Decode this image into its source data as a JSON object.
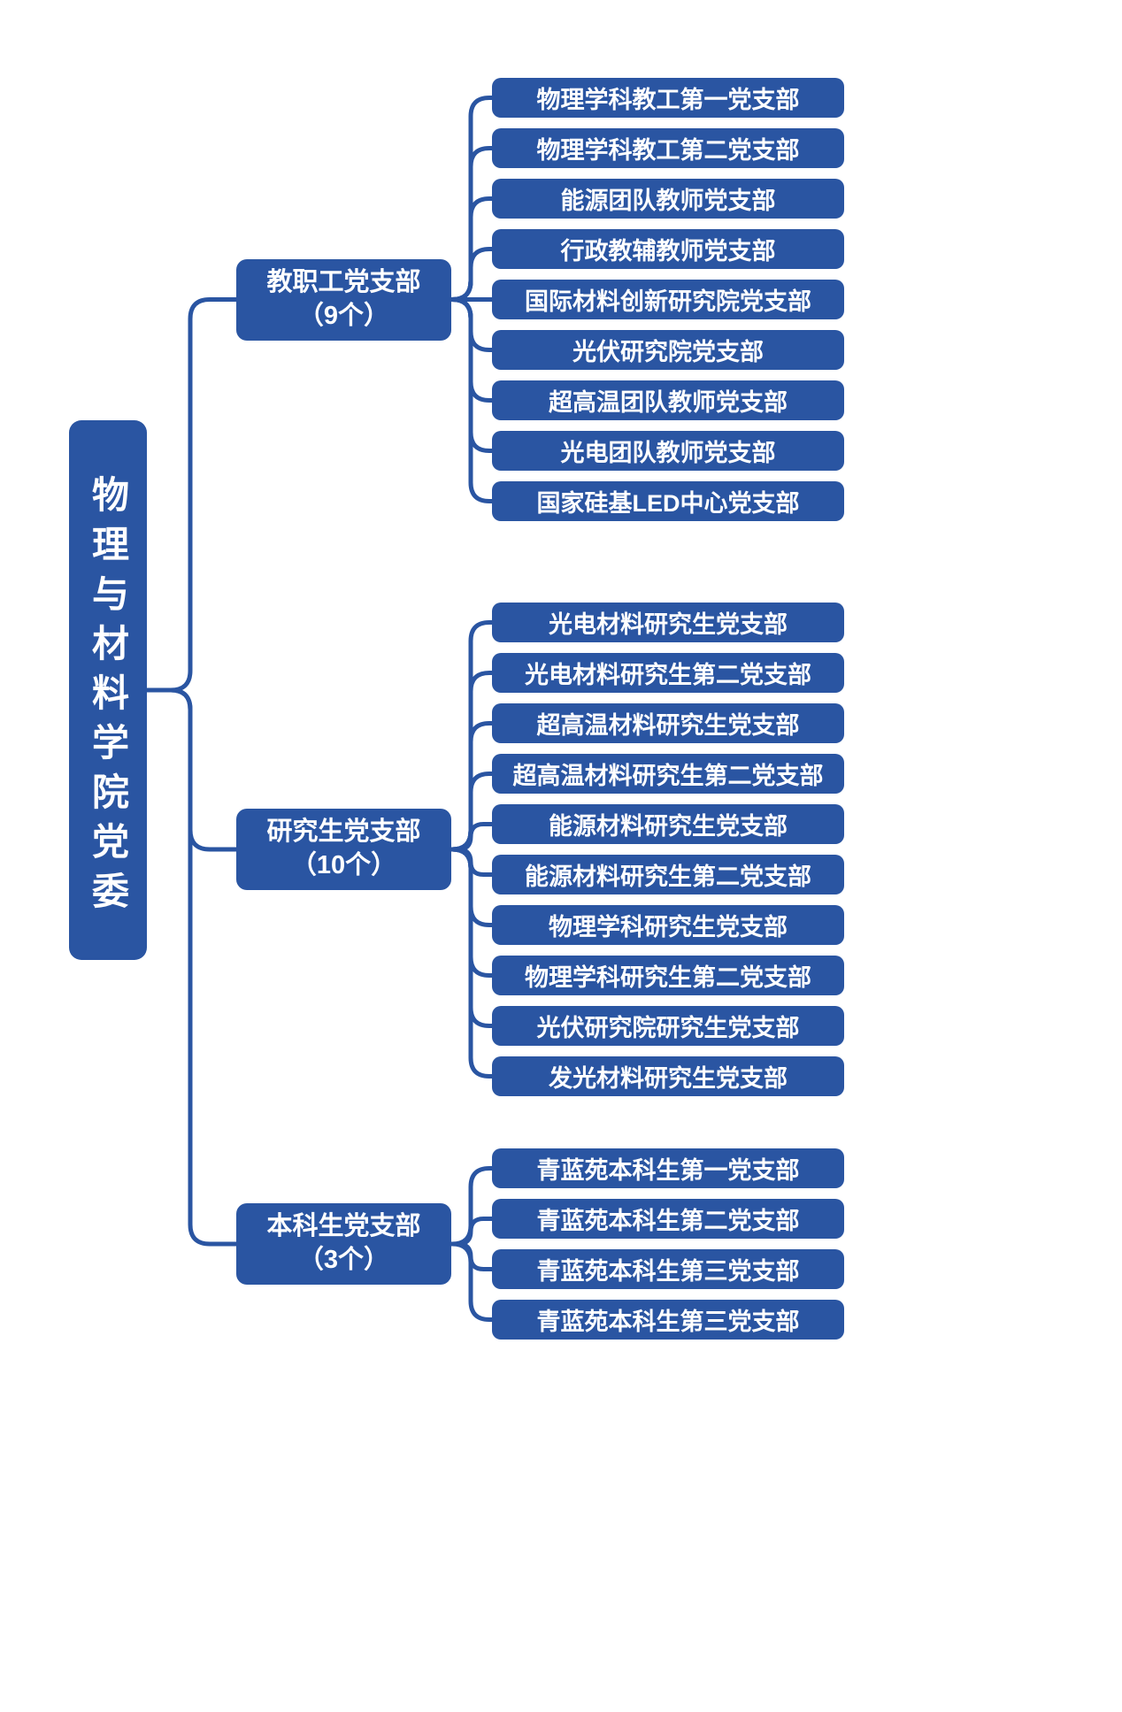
{
  "root": {
    "label": "物理与材料学院党委"
  },
  "groups": [
    {
      "label_line1": "教职工党支部",
      "label_line2": "（9个）",
      "items": [
        "物理学科教工第一党支部",
        "物理学科教工第二党支部",
        "能源团队教师党支部",
        "行政教辅教师党支部",
        "国际材料创新研究院党支部",
        "光伏研究院党支部",
        "超高温团队教师党支部",
        "光电团队教师党支部",
        "国家硅基LED中心党支部"
      ]
    },
    {
      "label_line1": "研究生党支部",
      "label_line2": "（10个）",
      "items": [
        "光电材料研究生党支部",
        "光电材料研究生第二党支部",
        "超高温材料研究生党支部",
        "超高温材料研究生第二党支部",
        "能源材料研究生党支部",
        "能源材料研究生第二党支部",
        "物理学科研究生党支部",
        "物理学科研究生第二党支部",
        "光伏研究院研究生党支部",
        "发光材料研究生党支部"
      ]
    },
    {
      "label_line1": "本科生党支部",
      "label_line2": "（3个）",
      "items": [
        "青蓝苑本科生第一党支部",
        "青蓝苑本科生第二党支部",
        "青蓝苑本科生第三党支部",
        "青蓝苑本科生第三党支部"
      ]
    }
  ],
  "colors": {
    "node": "#2a55a2",
    "line": "#2a55a2",
    "background": "#ffffff",
    "text": "#ffffff"
  }
}
